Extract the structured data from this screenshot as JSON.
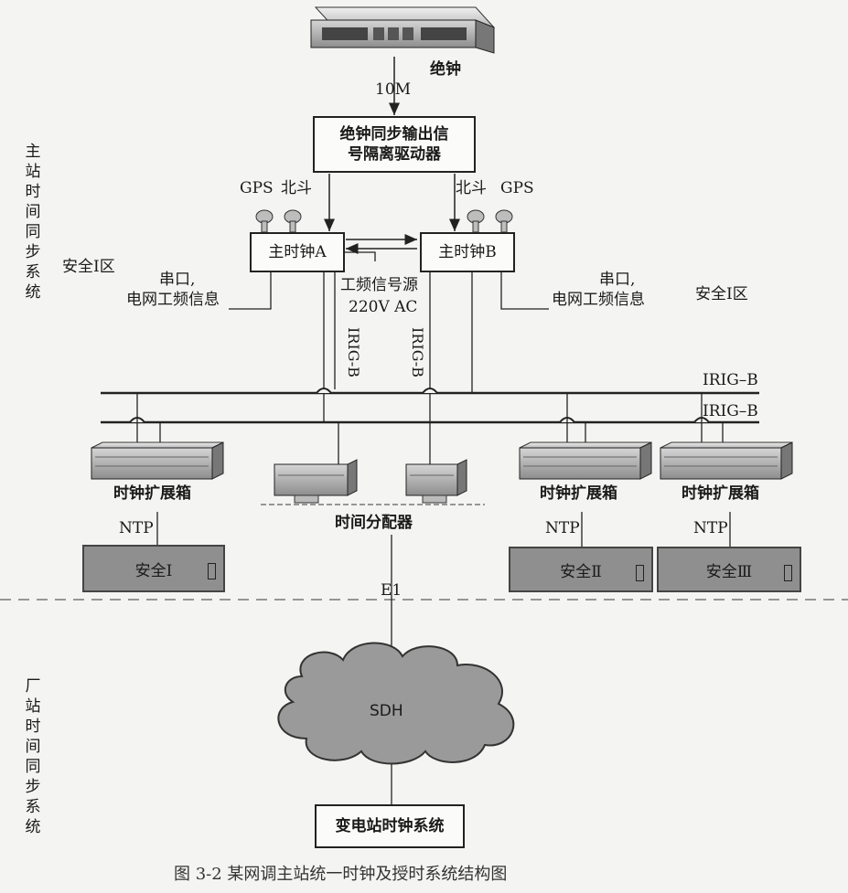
{
  "main_station_label": "主站时间同步系统",
  "plant_station_label": "厂站时间同步系统",
  "atomic_clock": {
    "label": "绝钟",
    "link": "10M"
  },
  "driver_box": {
    "line1": "绝钟同步输出信",
    "line2": "号隔离驱动器"
  },
  "clock_a": {
    "label": "主时钟A",
    "antenna_left": "GPS",
    "antenna_right": "北斗"
  },
  "clock_b": {
    "label": "主时钟B",
    "antenna_left": "北斗",
    "antenna_right": "GPS"
  },
  "power_source": {
    "line1": "工频信号源",
    "line2": "220V AC"
  },
  "left_info": {
    "line1": "串口,",
    "line2": "电网工频信息"
  },
  "right_info": {
    "line1": "串口,",
    "line2": "电网工频信息"
  },
  "zone_left": "安全Ⅰ区",
  "zone_right": "安全Ⅰ区",
  "irig_vertical_a": "IRIG-B",
  "irig_vertical_b": "IRIG-B",
  "bus_top": "IRIG–B",
  "bus_bottom": "IRIG–B",
  "expansion_left": {
    "label": "时钟扩展箱",
    "ntp": "NTP",
    "panel": "安全Ⅰ"
  },
  "distributor": {
    "label": "时间分配器",
    "link": "E1"
  },
  "expansion_mid": {
    "label": "时钟扩展箱",
    "ntp": "NTP",
    "panel": "安全Ⅱ"
  },
  "expansion_right": {
    "label": "时钟扩展箱",
    "ntp": "NTP",
    "panel": "安全Ⅲ"
  },
  "cloud": "SDH",
  "substation": "变电站时钟系统",
  "caption": "图 3-2   某网调主站统一时钟及授时系统结构图"
}
